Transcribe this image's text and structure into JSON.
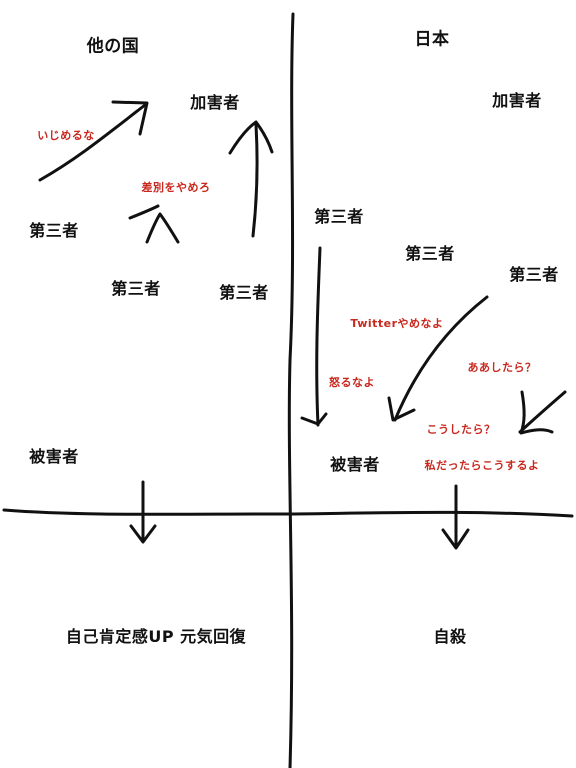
{
  "left": {
    "header": "他の国",
    "perpetrator": "加害者",
    "bystander_left": "第三者",
    "bystander_mid": "第三者",
    "bystander_right": "第三者",
    "victim": "被害者",
    "remark_stop_bullying": "いじめるな",
    "remark_stop_discrimination": "差別をやめろ",
    "outcome": "自己肯定感UP 元気回復"
  },
  "right": {
    "header": "日本",
    "perpetrator": "加害者",
    "bystander_left": "第三者",
    "bystander_mid": "第三者",
    "bystander_right": "第三者",
    "victim": "被害者",
    "remark_quit_twitter": "Twitterやめなよ",
    "remark_dont_get_angry": "怒るなよ",
    "remark_like_that": "ああしたら？",
    "remark_like_this": "こうしたら？",
    "remark_if_it_were_me": "私だったらこうするよ",
    "outcome": "自殺"
  },
  "colors": {
    "ink": "#111111",
    "remark": "#c8281e",
    "background": "#ffffff"
  }
}
